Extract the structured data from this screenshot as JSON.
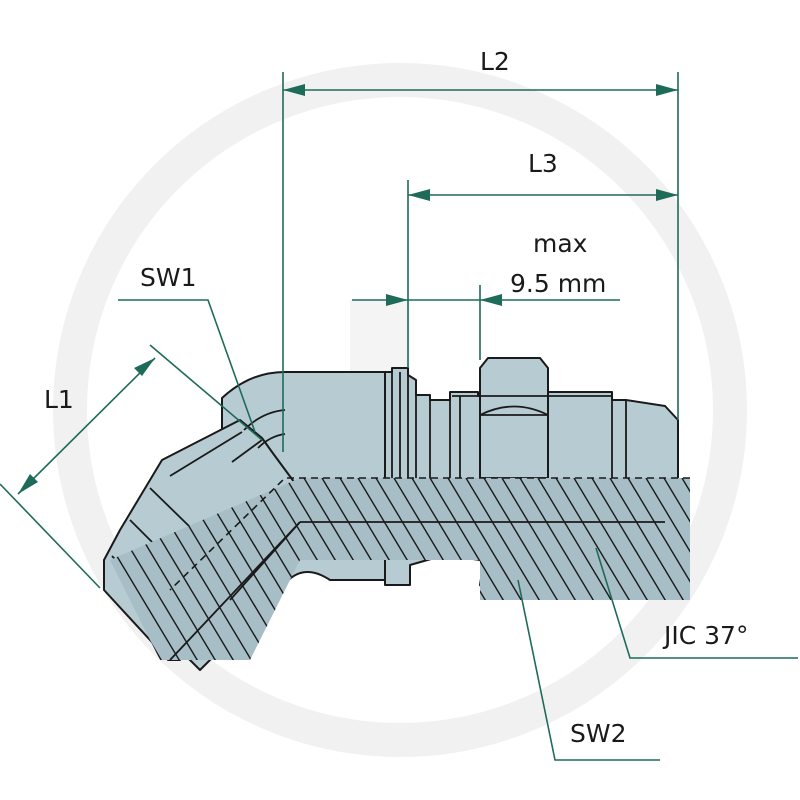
{
  "labels": {
    "l2": "L2",
    "l3": "L3",
    "l1": "L1",
    "sw1": "SW1",
    "sw2": "SW2",
    "max": "max",
    "max_value": "9.5 mm",
    "jic": "JIC 37°"
  },
  "colors": {
    "body": "#b7cbd2",
    "outline": "#1a1a1a",
    "dimension": "#1e6b5a",
    "watermark": "#f1f1f1"
  }
}
